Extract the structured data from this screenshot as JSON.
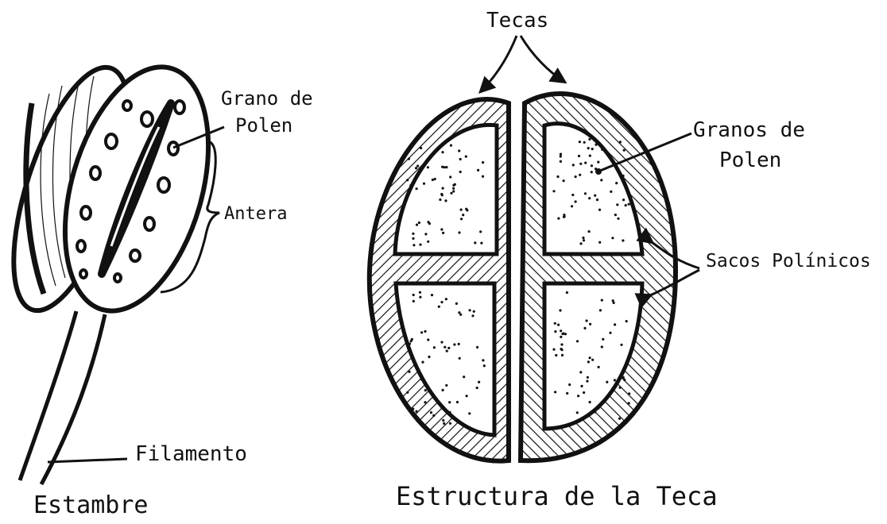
{
  "labels": {
    "tecas": "Tecas",
    "grano_de": "Grano de",
    "polen_left": "Polen",
    "antera": "Antera",
    "filamento": "Filamento",
    "estambre": "Estambre",
    "granos_de": "Granos de",
    "polen_right": "Polen",
    "sacos_polinicos": "Sacos Polínicos",
    "estructura": "Estructura de la Teca"
  },
  "colors": {
    "ink": "#111111",
    "paper": "#ffffff"
  }
}
